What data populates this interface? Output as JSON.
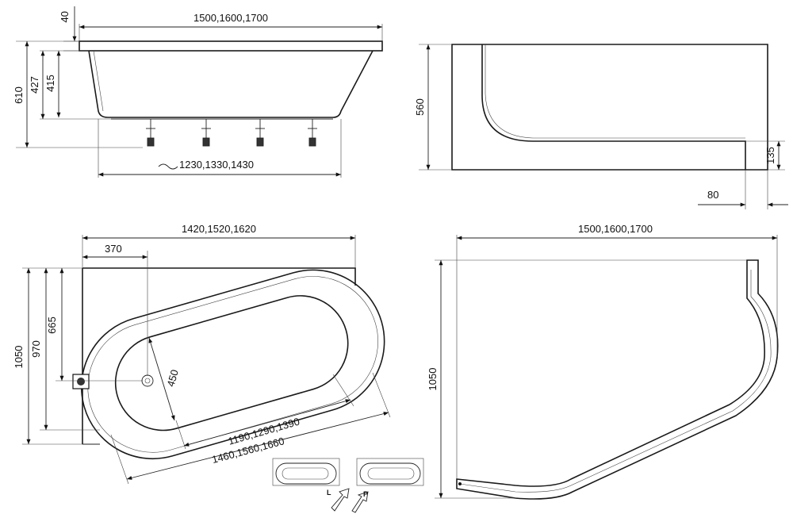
{
  "side_view": {
    "top_width": "1500,1600,1700",
    "rim": "40",
    "total_height": "610",
    "h427": "427",
    "h415": "415",
    "base_width": "1230,1330,1430"
  },
  "panel_side_view": {
    "height": "560",
    "plinth_height": "135",
    "plinth_depth": "80"
  },
  "plan_view": {
    "width": "1420,1520,1620",
    "drain_offset": "370",
    "depth_total": "1050",
    "depth_inner": "970",
    "drain_depth": "665",
    "basin_width": "450",
    "inner_length": "1190,1290,1390",
    "outer_length": "1460,1560,1660"
  },
  "panel_plan_view": {
    "length": "1500,1600,1700",
    "depth": "1050"
  },
  "variants": {
    "left_label": "L",
    "right_label": "P"
  }
}
